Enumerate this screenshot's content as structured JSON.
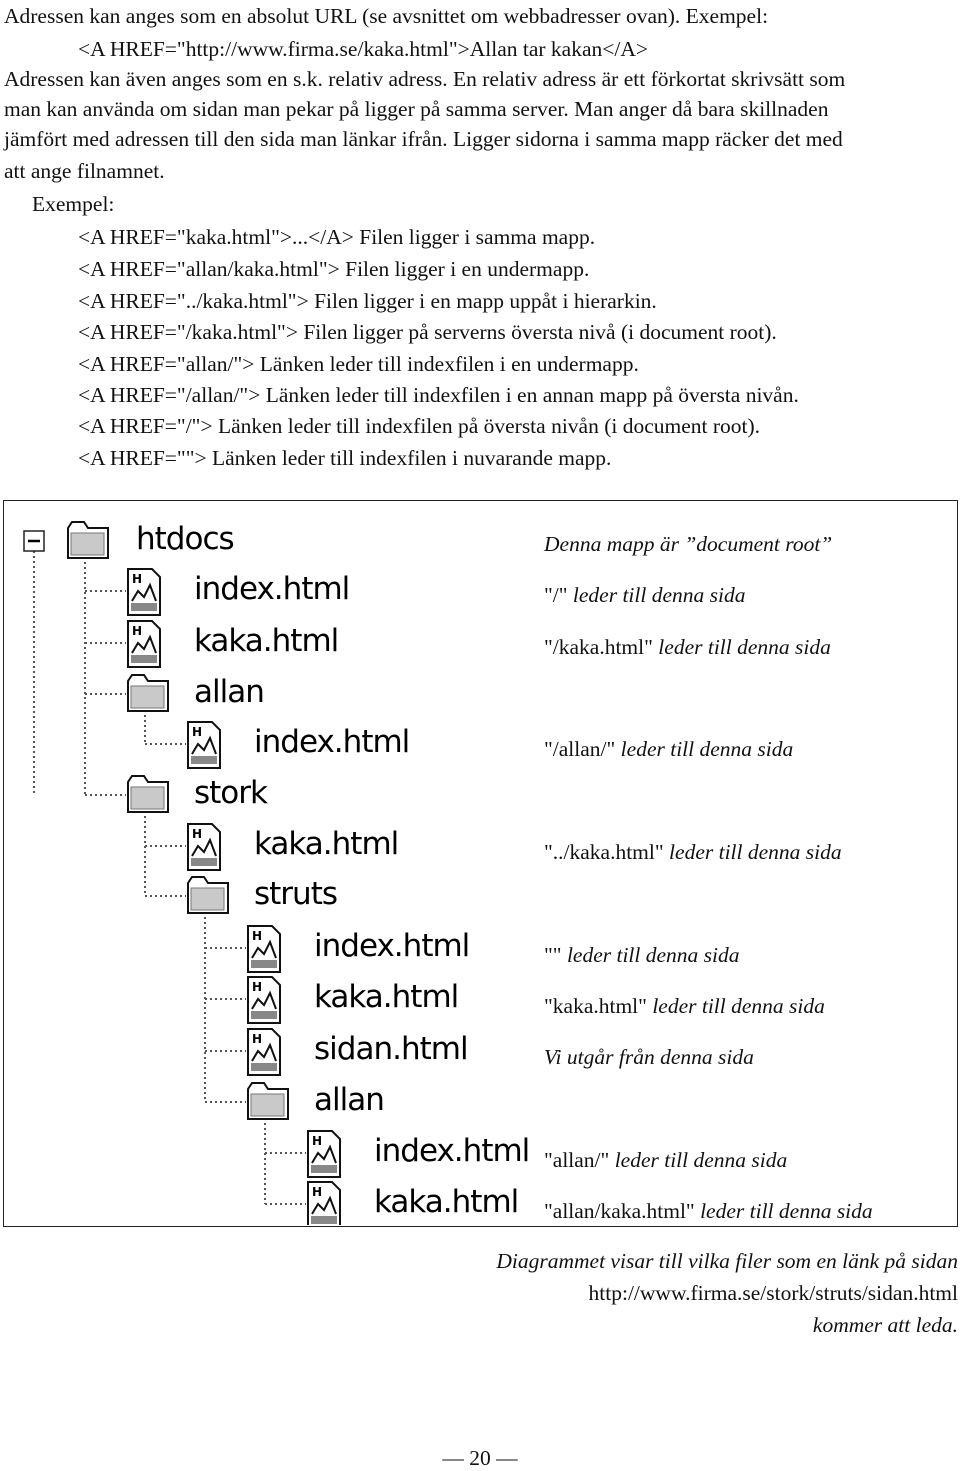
{
  "intro": [
    "Adressen kan anges som en absolut URL (se avsnittet om webbadresser ovan). Exempel:",
    "<A HREF=\"http://www.firma.se/kaka.html\">Allan tar kakan</A>",
    "Adressen kan även anges som en s.k. relativ adress. En relativ adress är ett förkortat skrivsätt som",
    "man kan använda om sidan man pekar på ligger på samma server. Man anger då bara skillnaden",
    "jämfört med adressen till den sida man länkar ifrån. Ligger sidorna i samma mapp räcker det med",
    "att ange filnamnet."
  ],
  "examples_heading": "Exempel:",
  "examples": [
    "<A HREF=\"kaka.html\">...</A> Filen ligger i samma mapp.",
    "<A HREF=\"allan/kaka.html\"> Filen ligger i en undermapp.",
    "<A HREF=\"../kaka.html\"> Filen ligger i en mapp uppåt i hierarkin.",
    "<A HREF=\"/kaka.html\"> Filen ligger på serverns översta nivå (i document root).",
    "<A HREF=\"allan/\"> Länken leder till indexfilen i en undermapp.",
    "<A HREF=\"/allan/\"> Länken leder till indexfilen i en annan mapp på översta nivån.",
    "<A HREF=\"/\"> Länken leder till indexfilen på översta nivån (i document root).",
    "<A HREF=\"\"> Länken leder till indexfilen i nuvarande mapp."
  ],
  "tree": [
    {
      "type": "folder",
      "label": "htdocs",
      "depth": 0
    },
    {
      "type": "file",
      "label": "index.html",
      "depth": 1
    },
    {
      "type": "file",
      "label": "kaka.html",
      "depth": 1
    },
    {
      "type": "folder",
      "label": "allan",
      "depth": 1
    },
    {
      "type": "file",
      "label": "index.html",
      "depth": 2
    },
    {
      "type": "folder",
      "label": "stork",
      "depth": 1
    },
    {
      "type": "file",
      "label": "kaka.html",
      "depth": 2
    },
    {
      "type": "folder",
      "label": "struts",
      "depth": 2
    },
    {
      "type": "file",
      "label": "index.html",
      "depth": 3
    },
    {
      "type": "file",
      "label": "kaka.html",
      "depth": 3
    },
    {
      "type": "file",
      "label": "sidan.html",
      "depth": 3
    },
    {
      "type": "folder",
      "label": "allan",
      "depth": 3
    },
    {
      "type": "file",
      "label": "index.html",
      "depth": 4
    },
    {
      "type": "file",
      "label": "kaka.html",
      "depth": 4
    }
  ],
  "notes": [
    {
      "link": "",
      "text": "Denna mapp är ”document root”"
    },
    {
      "link": "\"/\"",
      "text": " leder till denna sida"
    },
    {
      "link": "\"/kaka.html\"",
      "text": " leder till denna sida"
    },
    {
      "link": "\"/allan/\"",
      "text": " leder till denna sida"
    },
    {
      "link": "\"../kaka.html\"",
      "text": " leder till denna sida"
    },
    {
      "link": "\"\"",
      "text": " leder till denna sida"
    },
    {
      "link": "\"kaka.html\"",
      "text": " leder till denna sida"
    },
    {
      "link": "",
      "text": "Vi utgår från denna sida"
    },
    {
      "link": "\"allan/\"",
      "text": " leder till denna sida"
    },
    {
      "link": "\"allan/kaka.html\"",
      "text": " leder till denna sida"
    }
  ],
  "caption": {
    "line1": "Diagrammet visar till vilka filer som en länk på sidan",
    "line2": "http://www.firma.se/stork/struts/sidan.html",
    "line3": "kommer att leda."
  },
  "page_number": "— 20 —",
  "icons": {
    "collapse": "minus-box-icon",
    "folder": "folder-icon",
    "file": "html-file-icon"
  }
}
